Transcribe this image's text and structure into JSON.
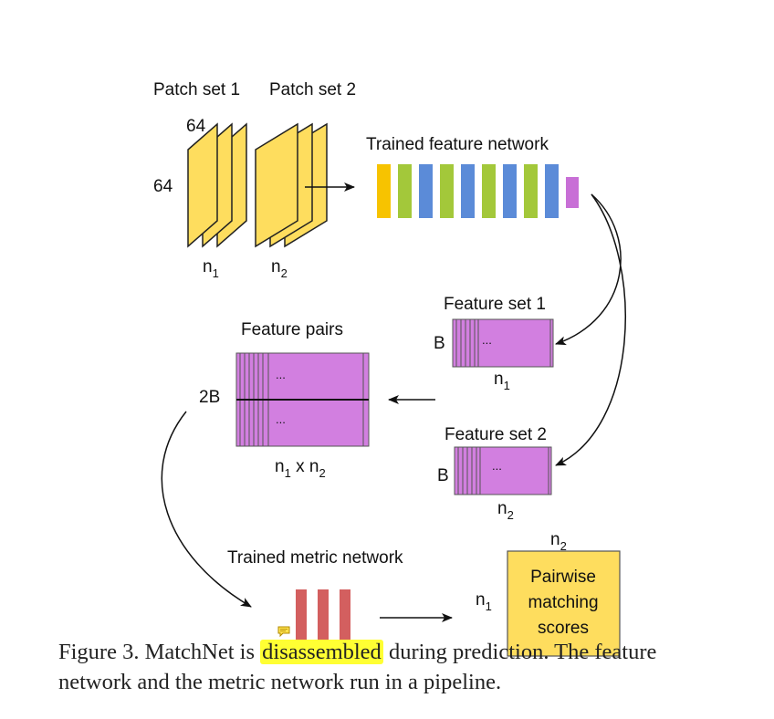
{
  "labels": {
    "patch_set_1": "Patch set 1",
    "patch_set_2": "Patch set 2",
    "dim_64_top": "64",
    "dim_64_left": "64",
    "n1": "n",
    "n1_sub": "1",
    "n2": "n",
    "n2_sub": "2",
    "trained_feature_network": "Trained feature network",
    "feature_set_1": "Feature set 1",
    "feature_set_2": "Feature set 2",
    "feature_pairs": "Feature pairs",
    "B": "B",
    "two_B": "2B",
    "ellipsis": "...",
    "n1_x_n2": "n",
    "x_sep": " x n",
    "trained_metric_network": "Trained metric network",
    "pairwise_line1": "Pairwise",
    "pairwise_line2": "matching",
    "pairwise_line3": "scores"
  },
  "colors": {
    "patch_fill": "#fedd5e",
    "feature_fill": "#d27fe0",
    "metric_fill": "#d35f5f",
    "score_fill": "#fedd5e",
    "highlight": "#ffff33",
    "feature_bars": [
      "#f7c300",
      "#a3c83a",
      "#5b8bd8",
      "#a3c83a",
      "#5b8bd8",
      "#a3c83a",
      "#5b8bd8",
      "#a3c83a",
      "#5b8bd8",
      "#a3c83a",
      "#c86fd6"
    ]
  },
  "caption": {
    "prefix": "Figure 3. MatchNet is ",
    "highlighted": "disassembled",
    "suffix": " during prediction. The feature network and the metric network run in a pipeline.",
    "note_icon": "comment-icon"
  }
}
